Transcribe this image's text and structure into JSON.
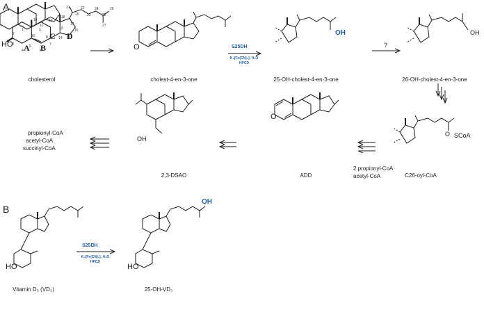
{
  "panels": {
    "a": "A",
    "b": "B"
  },
  "compounds": {
    "cholesterol": "cholesterol",
    "cholestenone": "cholest-4-en-3-one",
    "oh25": "25-OH-cholest-4-en-3-one",
    "oh26": "26-OH-cholest-4-en-3-one",
    "c26coa": "C26-oyl-CoA",
    "add": "ADD",
    "dsao": "2,3-DSAO",
    "vd3": "Vitamin D₃ (VD₃)",
    "ohvd3": "25-OH-VD₃"
  },
  "products": {
    "line1": "propionyl-CoA",
    "line2": "acetyl-CoA",
    "line3": "succinyl-CoA"
  },
  "byproducts": {
    "line1": "2 propionyl-CoA",
    "line2": "acetyl-CoA"
  },
  "enzyme": {
    "name": "S25DH",
    "conditions1": "K₃[Fe(CN)₆], H₂O",
    "conditions2": "HPCD"
  },
  "unknown_step": "?",
  "rings": {
    "a": "A",
    "b": "B",
    "c": "C",
    "d": "D"
  },
  "atoms": {
    "ho": "HO",
    "o": "O",
    "oh": "OH",
    "scoa": "SCoA"
  },
  "carbon_numbers": [
    "1",
    "2",
    "3",
    "4",
    "5",
    "6",
    "7",
    "8",
    "9",
    "10",
    "11",
    "12",
    "13",
    "14",
    "15",
    "16",
    "17",
    "18",
    "19",
    "20",
    "21",
    "22",
    "23",
    "24",
    "25",
    "26",
    "27"
  ],
  "colors": {
    "enzyme": "#1f5fa8",
    "line": "#1a1a1a"
  }
}
